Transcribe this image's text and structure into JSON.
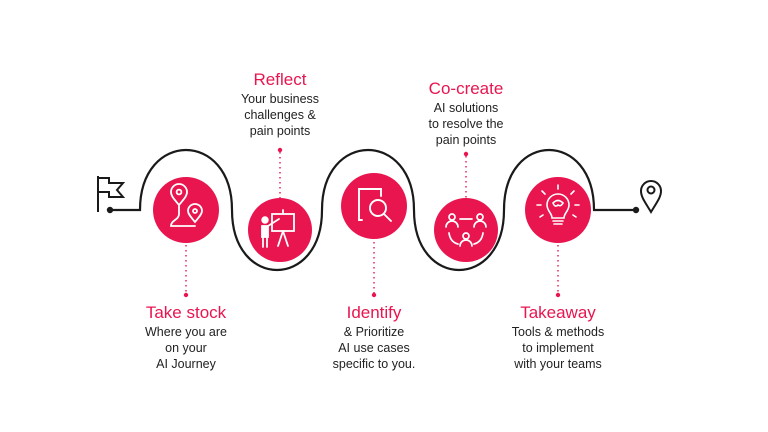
{
  "colors": {
    "accent": "#e8154f",
    "path": "#1a1a1a",
    "text": "#222222"
  },
  "icons": {
    "start": "flag-icon",
    "end": "location-pin-icon"
  },
  "steps": [
    {
      "title": "Take stock",
      "lines": [
        "Where you are",
        "on your",
        "AI Journey"
      ],
      "icon": "route-icon"
    },
    {
      "title": "Reflect",
      "lines": [
        "Your business",
        "challenges &",
        "pain points"
      ],
      "icon": "presentation-icon"
    },
    {
      "title": "Identify",
      "lines": [
        "& Prioritize",
        "AI use cases",
        "specific to you."
      ],
      "icon": "document-search-icon"
    },
    {
      "title": "Co-create",
      "lines": [
        "AI solutions",
        "to resolve the",
        "pain points"
      ],
      "icon": "team-icon"
    },
    {
      "title": "Takeaway",
      "lines": [
        "Tools & methods",
        "to implement",
        "with your teams"
      ],
      "icon": "lightbulb-icon"
    }
  ]
}
